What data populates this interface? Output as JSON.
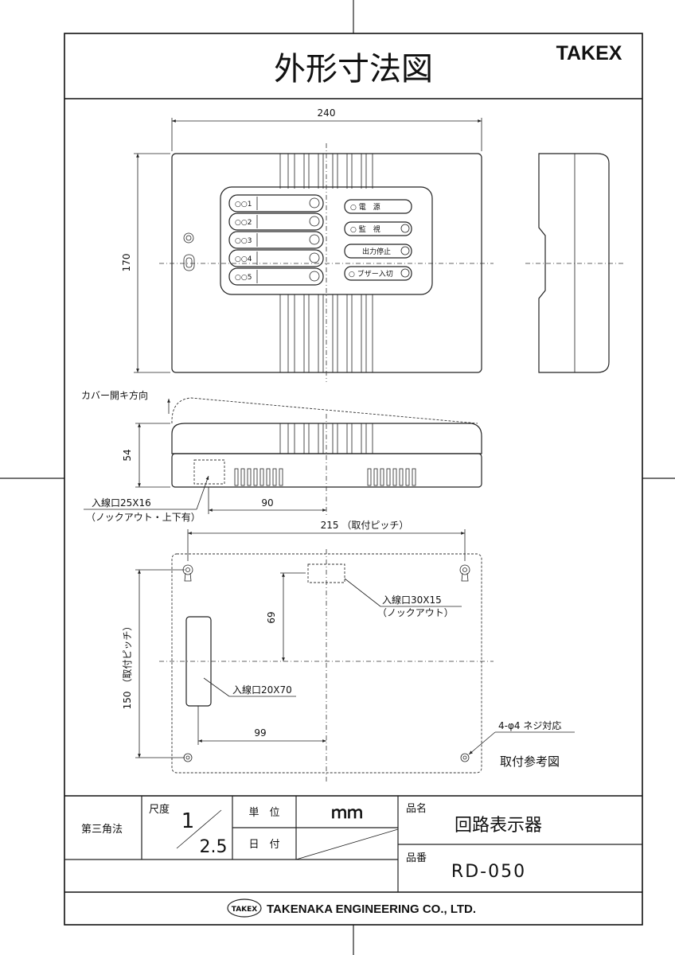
{
  "header": {
    "title": "外形寸法図",
    "brand": "TAKEX"
  },
  "front_view": {
    "dim_width": "240",
    "dim_height": "170",
    "zone_labels": [
      "○○1",
      "○○2",
      "○○3",
      "○○4",
      "○○5"
    ],
    "indicators": [
      "○ 電　源",
      "○ 監　視",
      "出力停止",
      "○ ブザー入切"
    ]
  },
  "side_view": {
    "cover_note": "カバー開キ方向",
    "dim_height": "54",
    "entry_label_1": "入線口25X16",
    "entry_label_2": "（ノックアウト・上下有）",
    "dim_offset": "90"
  },
  "rear_view": {
    "dim_pitch_h": "215 （取付ピッチ）",
    "dim_pitch_v": "150 （取付ピッチ）",
    "entry_top_1": "入線口30X15",
    "entry_top_2": "（ノックアウト）",
    "dim_69": "69",
    "entry_side": "入線口20X70",
    "dim_99": "99",
    "screw_note": "4-φ4 ネジ対応",
    "caption": "取付参考図"
  },
  "title_block": {
    "projection": "第三角法",
    "scale_label": "尺度",
    "scale_num": "1",
    "scale_den": "2.5",
    "unit_label": "単　位",
    "unit_value": "ｍｍ",
    "date_label": "日　付",
    "name_label": "品名",
    "name_value": "回路表示器",
    "code_label": "品番",
    "code_value": "RD-050",
    "company_logo": "TAKEX",
    "company": "TAKENAKA ENGINEERING CO., LTD."
  }
}
